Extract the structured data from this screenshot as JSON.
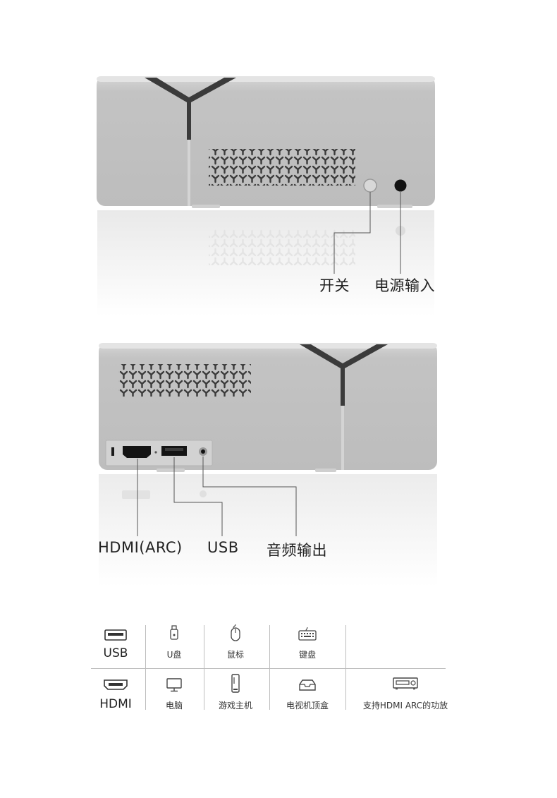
{
  "top_view": {
    "callouts": [
      {
        "id": "power-switch",
        "label": "开关"
      },
      {
        "id": "power-input",
        "label": "电源输入"
      }
    ]
  },
  "bottom_view": {
    "callouts": [
      {
        "id": "hdmi-arc",
        "label": "HDMI(ARC)"
      },
      {
        "id": "usb",
        "label": "USB"
      },
      {
        "id": "audio-out",
        "label": "音频输出"
      }
    ]
  },
  "compat_table": {
    "rows": [
      {
        "port": "USB",
        "port_icon": "usb-port-icon",
        "devices": [
          {
            "label": "U盘",
            "icon": "usb-drive-icon"
          },
          {
            "label": "鼠标",
            "icon": "mouse-icon"
          },
          {
            "label": "键盘",
            "icon": "keyboard-icon"
          }
        ]
      },
      {
        "port": "HDMI",
        "port_icon": "hdmi-port-icon",
        "devices": [
          {
            "label": "电脑",
            "icon": "monitor-icon"
          },
          {
            "label": "游戏主机",
            "icon": "game-console-icon"
          },
          {
            "label": "电视机顶盒",
            "icon": "set-top-box-icon"
          },
          {
            "label": "支持HDMI ARC的功放",
            "icon": "amplifier-icon"
          }
        ]
      }
    ]
  }
}
